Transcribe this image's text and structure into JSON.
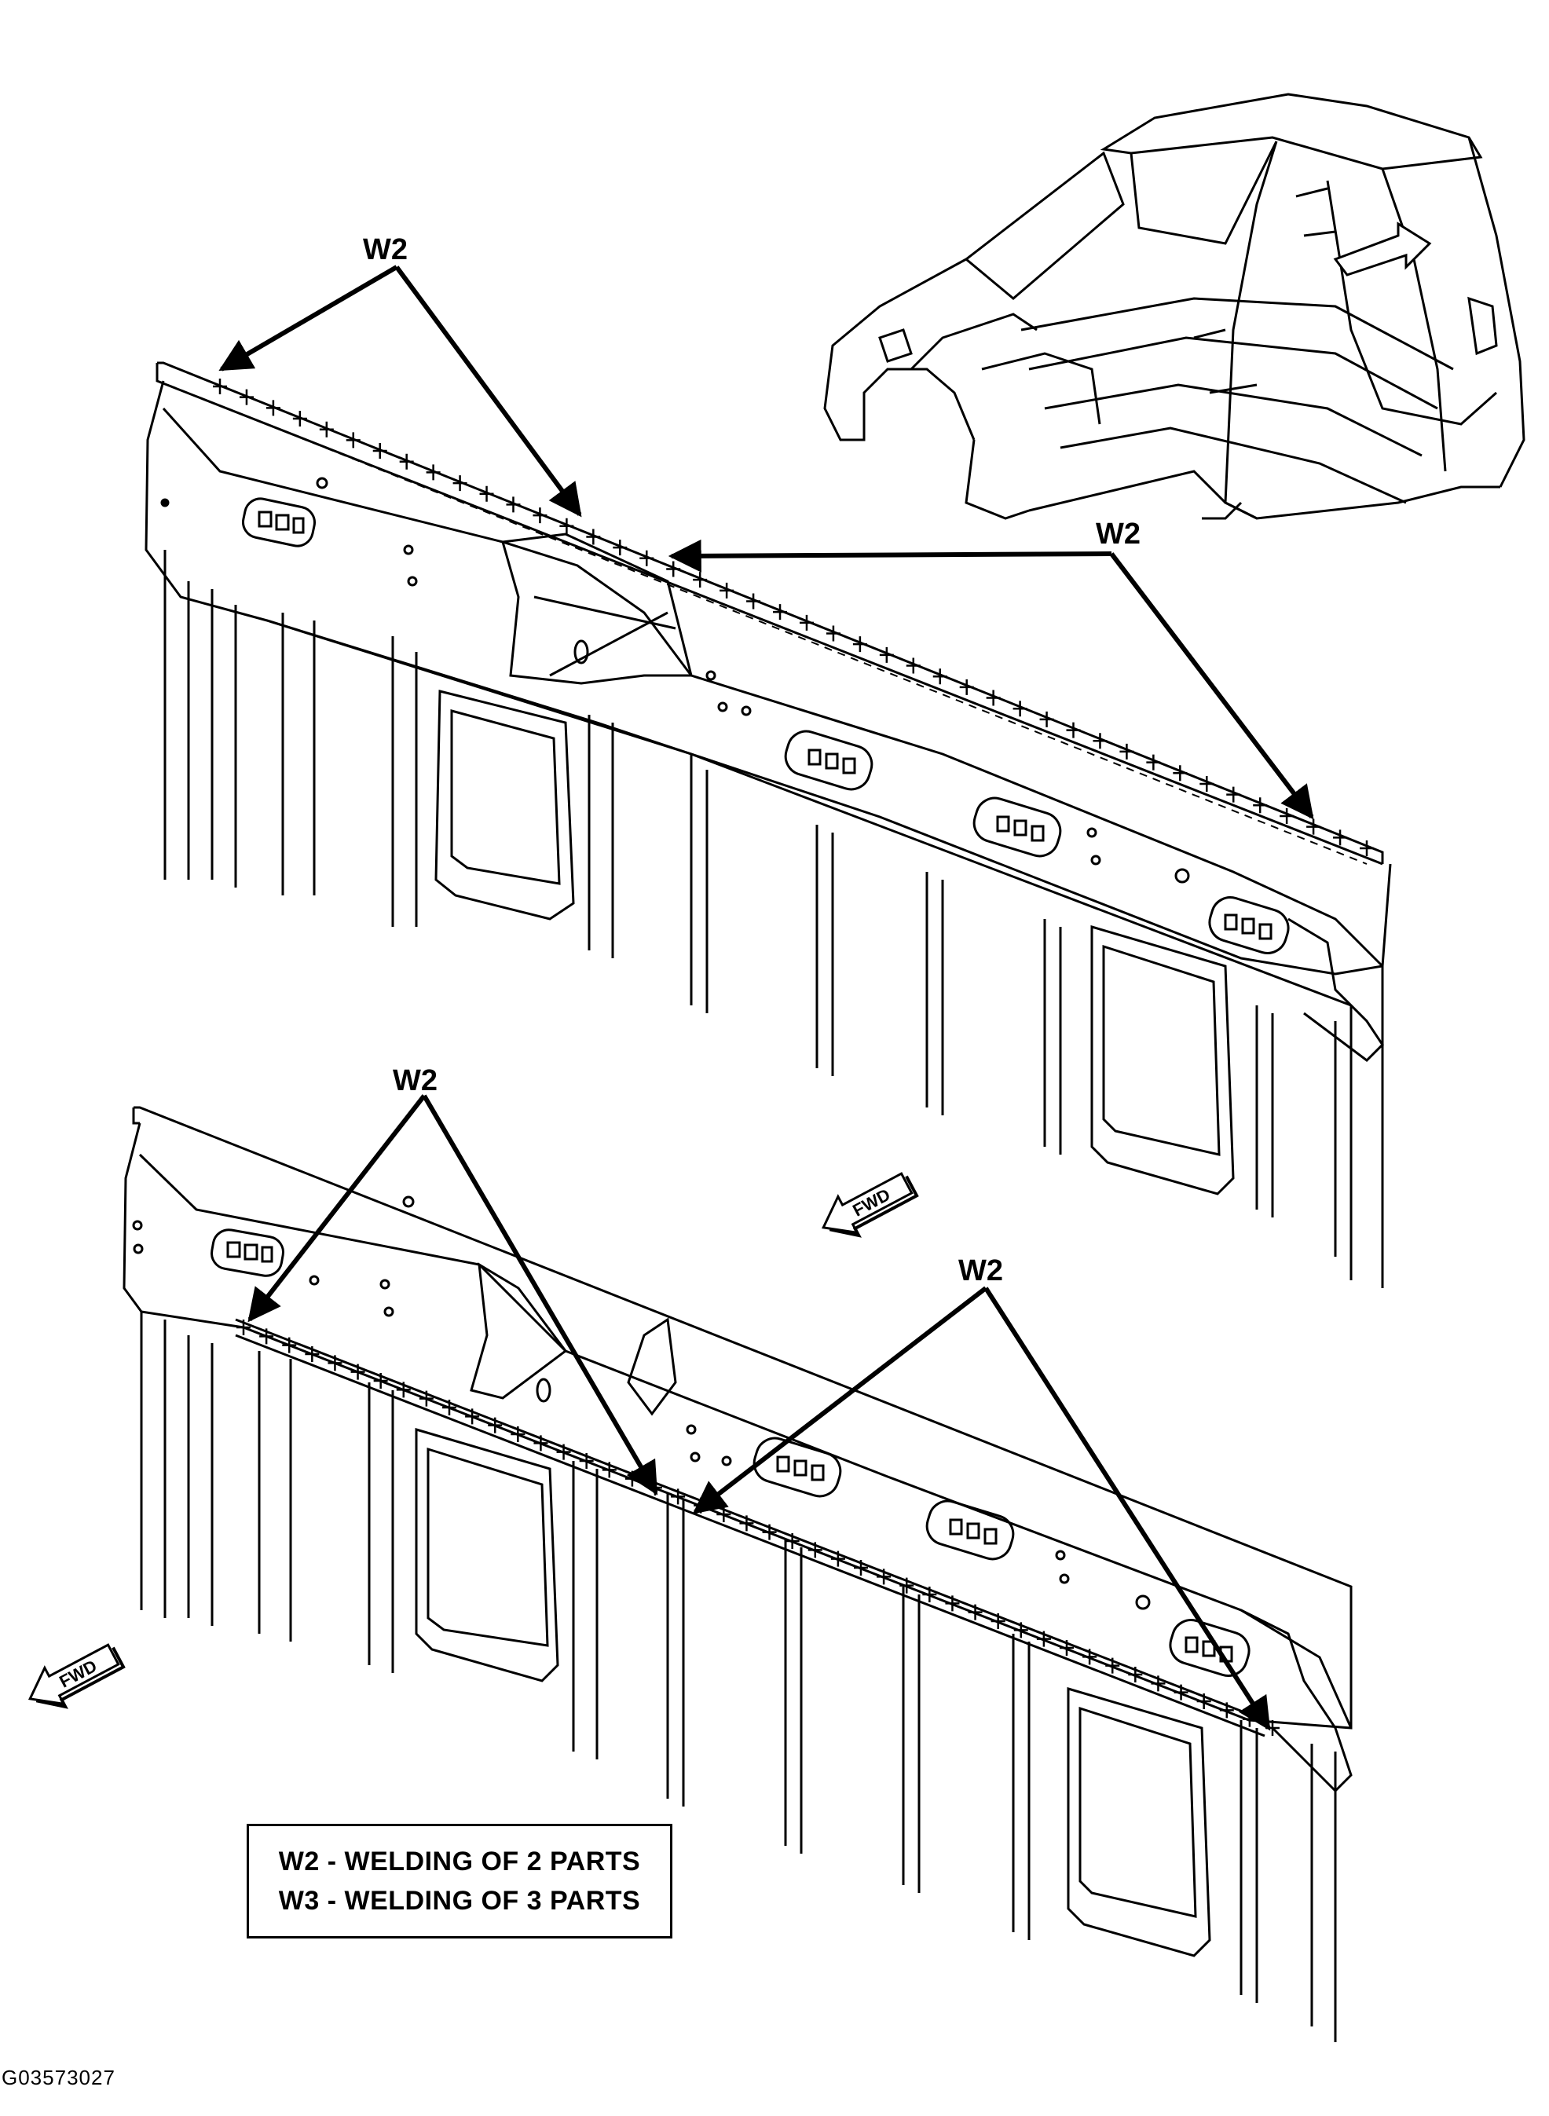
{
  "callouts": {
    "top_left": "W2",
    "top_right": "W2",
    "bottom_left": "W2",
    "bottom_right": "W2"
  },
  "fwd_arrows": {
    "middle": "FWD",
    "lower_left": "FWD"
  },
  "legend": {
    "line1": "W2 - WELDING OF 2 PARTS",
    "line2": "W3 - WELDING OF 3 PARTS"
  },
  "figure_id": "G03573027"
}
